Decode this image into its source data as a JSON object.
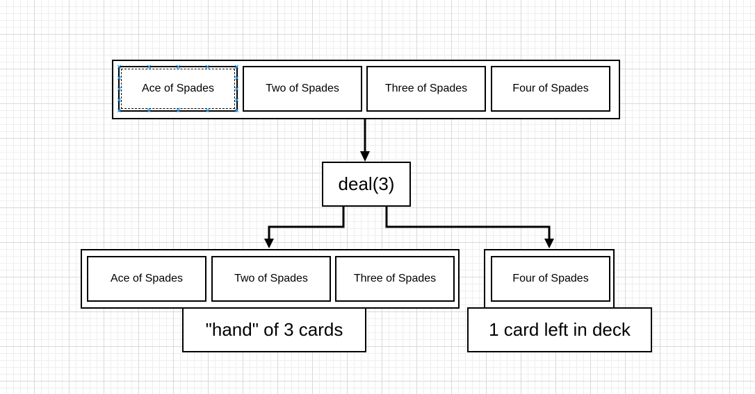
{
  "deck": {
    "cards": [
      "Ace of Spades",
      "Two of Spades",
      "Three of Spades",
      "Four of Spades"
    ]
  },
  "operation": {
    "label": "deal(3)"
  },
  "hand": {
    "cards": [
      "Ace of Spades",
      "Two of Spades",
      "Three of Spades"
    ],
    "caption": "\"hand\" of 3 cards"
  },
  "remaining": {
    "cards": [
      "Four of Spades"
    ],
    "caption": "1 card left in deck"
  },
  "colors": {
    "stroke": "#000000",
    "selection_handle": "#29a3ff",
    "grid_major": "#d9d9d9",
    "grid_minor": "#eeeeee"
  }
}
